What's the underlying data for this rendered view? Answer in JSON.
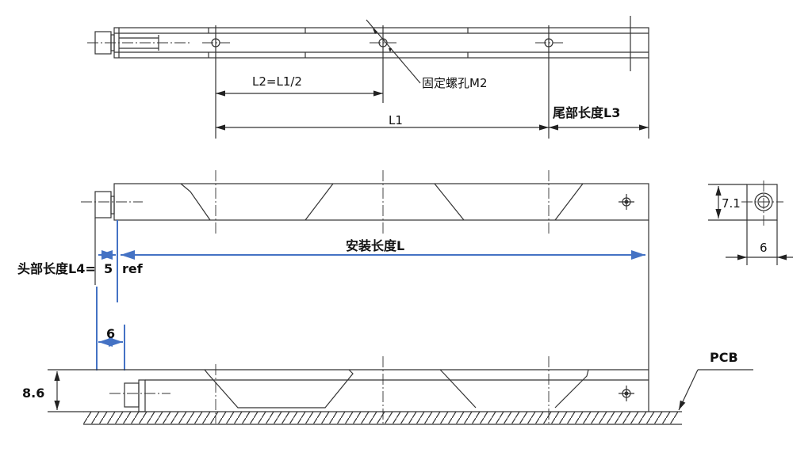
{
  "labels": {
    "l2": "L2=L1/2",
    "l1": "L1",
    "mount_hole": "固定螺孔M2",
    "tail_length": "尾部长度L3",
    "install_length": "安装长度L",
    "head_length": "头部长度L4=",
    "head_value": "5",
    "ref": "ref",
    "offset_6": "6",
    "height": "8.6",
    "pcb": "PCB",
    "side_height": "7.1",
    "side_width": "6"
  },
  "colors": {
    "line": "#333333",
    "dimension_blue": "#4472c4"
  }
}
